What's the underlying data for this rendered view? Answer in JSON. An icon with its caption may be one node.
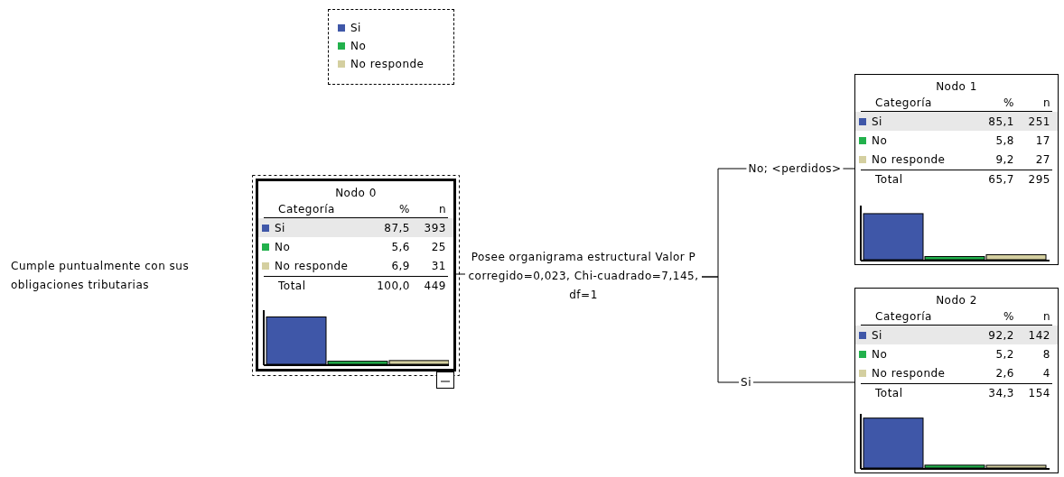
{
  "diagram": {
    "nodes": [
      {
        "text": [
          "Nodo 0",
          "Categoría",
          "%",
          "n",
          "Si",
          "87,5",
          "393",
          "No",
          "5,6",
          "25",
          "No responde",
          "6,9",
          "31",
          "Total",
          "100,0",
          "449"
        ]
      },
      {
        "text": [
          "Posee organigrama estructural Valor P corregido=0,023, Chi-cuadrado=7,145, df=1"
        ]
      },
      {
        "text": [
          "Nodo 1",
          "Categoría",
          "%",
          "n",
          "Si",
          "85,1",
          "251",
          "No",
          "5,8",
          "17",
          "No responde",
          "9,2",
          "27",
          "Total",
          "65,7",
          "295"
        ]
      },
      {
        "text": [
          "Nodo 2",
          "Categoría",
          "%",
          "n",
          "Si",
          "92,2",
          "142",
          "No",
          "5,2",
          "8",
          "No responde",
          "2,6",
          "4",
          "Total",
          "34,3",
          "154"
        ]
      }
    ],
    "edges": [
      {
        "from": 0,
        "to": 1,
        "arrow": "none"
      },
      {
        "from": 1,
        "to": 2,
        "arrow": "none",
        "label": "No; <perdidos>"
      },
      {
        "from": 1,
        "to": 3,
        "arrow": "none",
        "label": "Si"
      }
    ],
    "labels": [
      "Cumple puntualmente con sus obligaciones tributarias"
    ],
    "legend": [
      {
        "text": "Si",
        "color": "#3f57a8"
      },
      {
        "text": "No",
        "color": "#22b14c"
      },
      {
        "text": "No responde",
        "color": "#d4cfa0"
      }
    ]
  }
}
